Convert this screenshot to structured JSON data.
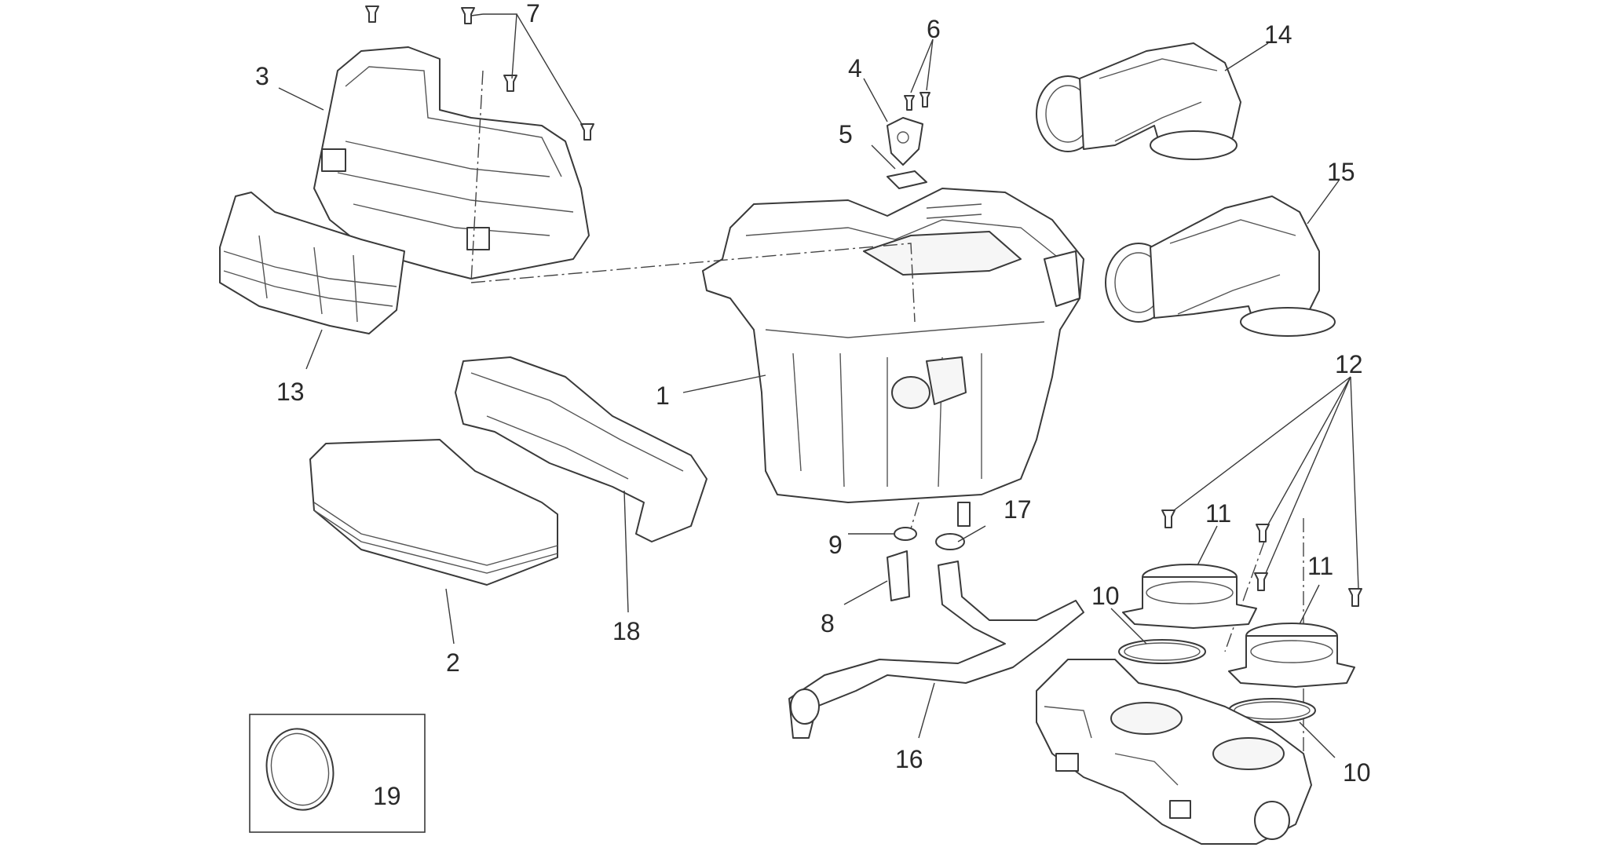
{
  "callouts": [
    {
      "id": "1",
      "text": "1"
    },
    {
      "id": "2",
      "text": "2"
    },
    {
      "id": "3",
      "text": "3"
    },
    {
      "id": "4",
      "text": "4"
    },
    {
      "id": "5",
      "text": "5"
    },
    {
      "id": "6",
      "text": "6"
    },
    {
      "id": "7",
      "text": "7"
    },
    {
      "id": "8",
      "text": "8"
    },
    {
      "id": "9",
      "text": "9"
    },
    {
      "id": "10a",
      "text": "10"
    },
    {
      "id": "10b",
      "text": "10"
    },
    {
      "id": "11a",
      "text": "11"
    },
    {
      "id": "11b",
      "text": "11"
    },
    {
      "id": "12",
      "text": "12"
    },
    {
      "id": "13",
      "text": "13"
    },
    {
      "id": "14",
      "text": "14"
    },
    {
      "id": "15",
      "text": "15"
    },
    {
      "id": "16",
      "text": "16"
    },
    {
      "id": "17",
      "text": "17"
    },
    {
      "id": "18",
      "text": "18"
    },
    {
      "id": "19",
      "text": "19"
    }
  ]
}
